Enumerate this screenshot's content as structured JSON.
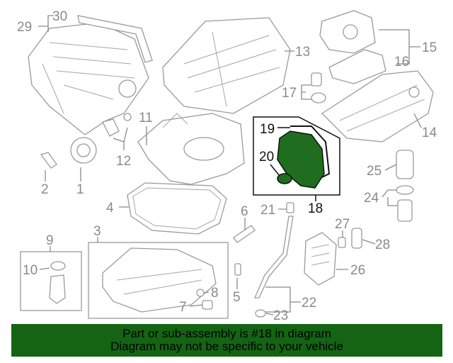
{
  "diagram": {
    "highlighted_part": "18",
    "highlight_color": "#1f6e1f",
    "callouts": {
      "c1": "1",
      "c2": "2",
      "c3": "3",
      "c4": "4",
      "c5": "5",
      "c6": "6",
      "c7": "7",
      "c8": "8",
      "c9": "9",
      "c10": "10",
      "c11": "11",
      "c12": "12",
      "c13": "13",
      "c14": "14",
      "c15": "15",
      "c16": "16",
      "c17": "17",
      "c18": "18",
      "c19": "19",
      "c20": "20",
      "c21": "21",
      "c22": "22",
      "c23": "23",
      "c24": "24",
      "c25": "25",
      "c26": "26",
      "c27": "27",
      "c28": "28",
      "c29": "29",
      "c30": "30"
    }
  },
  "banner": {
    "line1": "Part or sub-assembly is #18 in diagram",
    "line2": "Diagram may not be specific to your vehicle",
    "color": "#146414"
  }
}
